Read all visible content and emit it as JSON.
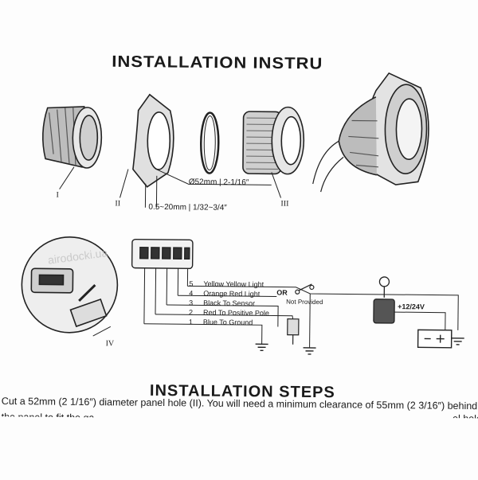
{
  "header": {
    "title": "INSTALLATION INSTRU"
  },
  "parts": {
    "part_labels": [
      "I",
      "II",
      "III",
      "IV"
    ],
    "hole_size": "Ø52mm | 2-1/16″",
    "panel_thickness": "0.5~20mm | 1/32~3/4″"
  },
  "wiring": {
    "pins": [
      {
        "num": "5",
        "text": "Yellow  Yellow Light"
      },
      {
        "num": "4",
        "text": "Orange  Red Light"
      },
      {
        "num": "3",
        "text": "Black  To Sensor"
      },
      {
        "num": "2",
        "text": "Red  To Positive Pole"
      },
      {
        "num": "1",
        "text": "Blue  To Ground"
      }
    ],
    "or_label": "OR",
    "not_provided": "Not Provided",
    "voltage": "+12/24V"
  },
  "steps": {
    "title": "INSTALLATION STEPS",
    "line1": "Cut a 52mm (2 1/16″) diameter panel hole (II). You will need a minimum clearance of 55mm (2 3/16″) behind",
    "line2": "the panel to fit the ga",
    "line3": "...el hole"
  },
  "watermark": {
    "text": "airodocki.ua"
  }
}
